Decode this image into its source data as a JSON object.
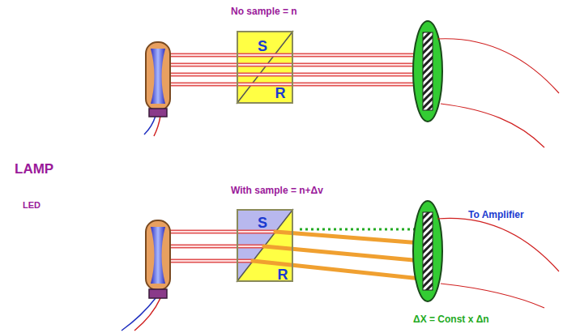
{
  "diagram": {
    "nodes": [
      {
        "text": [
          "S",
          "R"
        ]
      },
      {
        "text": [
          "S",
          "R"
        ]
      }
    ],
    "labels": [
      "No sample = n",
      "LAMP",
      "LED",
      "With sample = n+Δv",
      "To Amplifier",
      "ΔX = Const x Δn"
    ]
  }
}
